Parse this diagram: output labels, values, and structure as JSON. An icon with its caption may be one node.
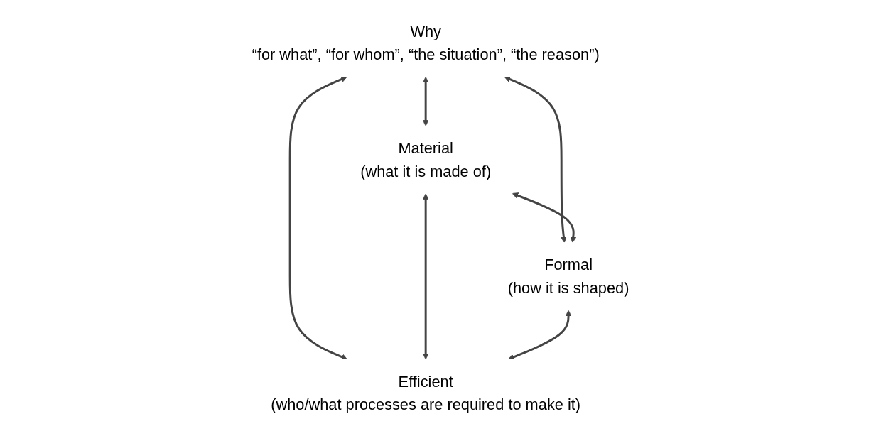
{
  "diagram": {
    "nodes": [
      {
        "text": [
          "Why",
          "“for what”, “for whom”, “the situation”, “the reason”)"
        ]
      },
      {
        "text": [
          "Material",
          "(what it is made of)"
        ]
      },
      {
        "text": [
          "Formal",
          "(how it is shaped)"
        ]
      },
      {
        "text": [
          "Efficient",
          "(who/what processes are required to make it)"
        ]
      }
    ],
    "edges": [
      {
        "from": 0,
        "to": 1,
        "arrow": "both"
      },
      {
        "from": 0,
        "to": 2,
        "arrow": "both"
      },
      {
        "from": 0,
        "to": 3,
        "arrow": "both"
      },
      {
        "from": 1,
        "to": 2,
        "arrow": "both"
      },
      {
        "from": 1,
        "to": 3,
        "arrow": "both"
      },
      {
        "from": 2,
        "to": 3,
        "arrow": "both"
      }
    ]
  }
}
